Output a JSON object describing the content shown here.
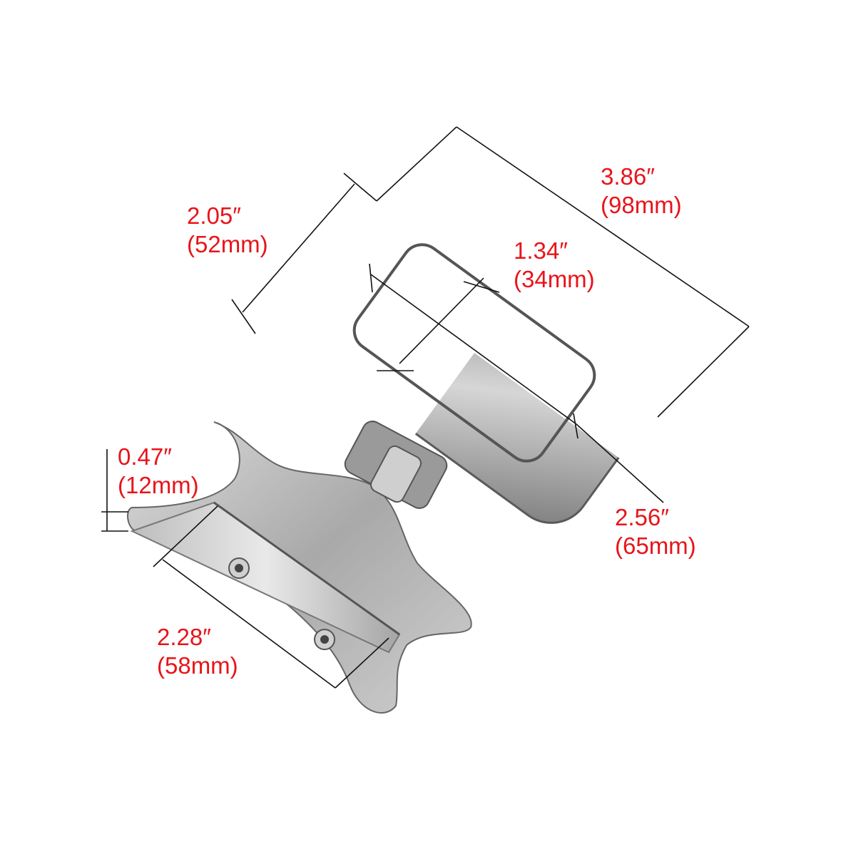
{
  "colors": {
    "dimension_text": "#e8141a",
    "dimension_line": "#111111",
    "metal_light": "#e4e4e4",
    "metal_mid": "#b9b9b9",
    "metal_dark": "#6e6e6e",
    "background": "#ffffff"
  },
  "dimensions": {
    "length": {
      "inch": "3.86″",
      "mm": "(98mm)"
    },
    "width": {
      "inch": "2.05″",
      "mm": "(52mm)"
    },
    "inner_width": {
      "inch": "1.34″",
      "mm": "(34mm)"
    },
    "inner_length": {
      "inch": "2.56″",
      "mm": "(65mm)"
    },
    "thickness": {
      "inch": "0.47″",
      "mm": "(12mm)"
    },
    "base_width": {
      "inch": "2.28″",
      "mm": "(58mm)"
    }
  }
}
